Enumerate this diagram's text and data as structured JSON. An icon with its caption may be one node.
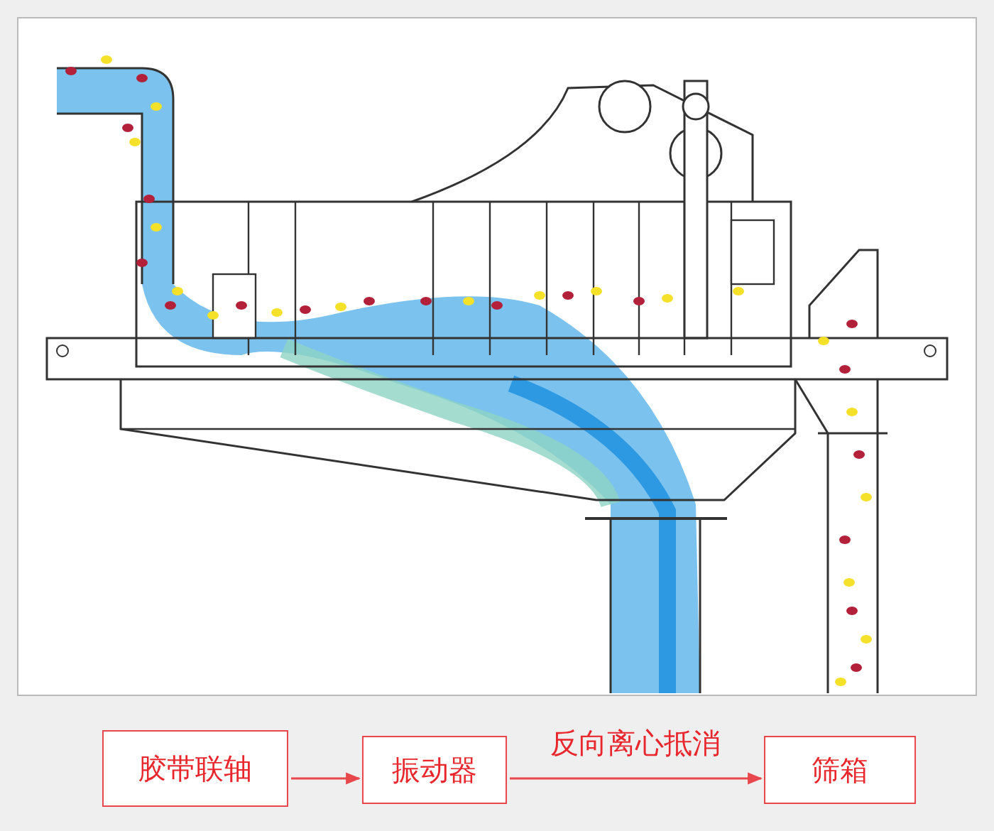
{
  "diagram": {
    "nodes": [
      {
        "text": [
          "胶带联轴"
        ]
      },
      {
        "text": [
          "振动器"
        ]
      },
      {
        "text": [
          "筛箱"
        ]
      }
    ],
    "edges": [
      {
        "from": 0,
        "to": 1,
        "arrow": "to"
      },
      {
        "from": 1,
        "to": 2,
        "arrow": "to",
        "label": "反向离心抵消"
      }
    ]
  }
}
